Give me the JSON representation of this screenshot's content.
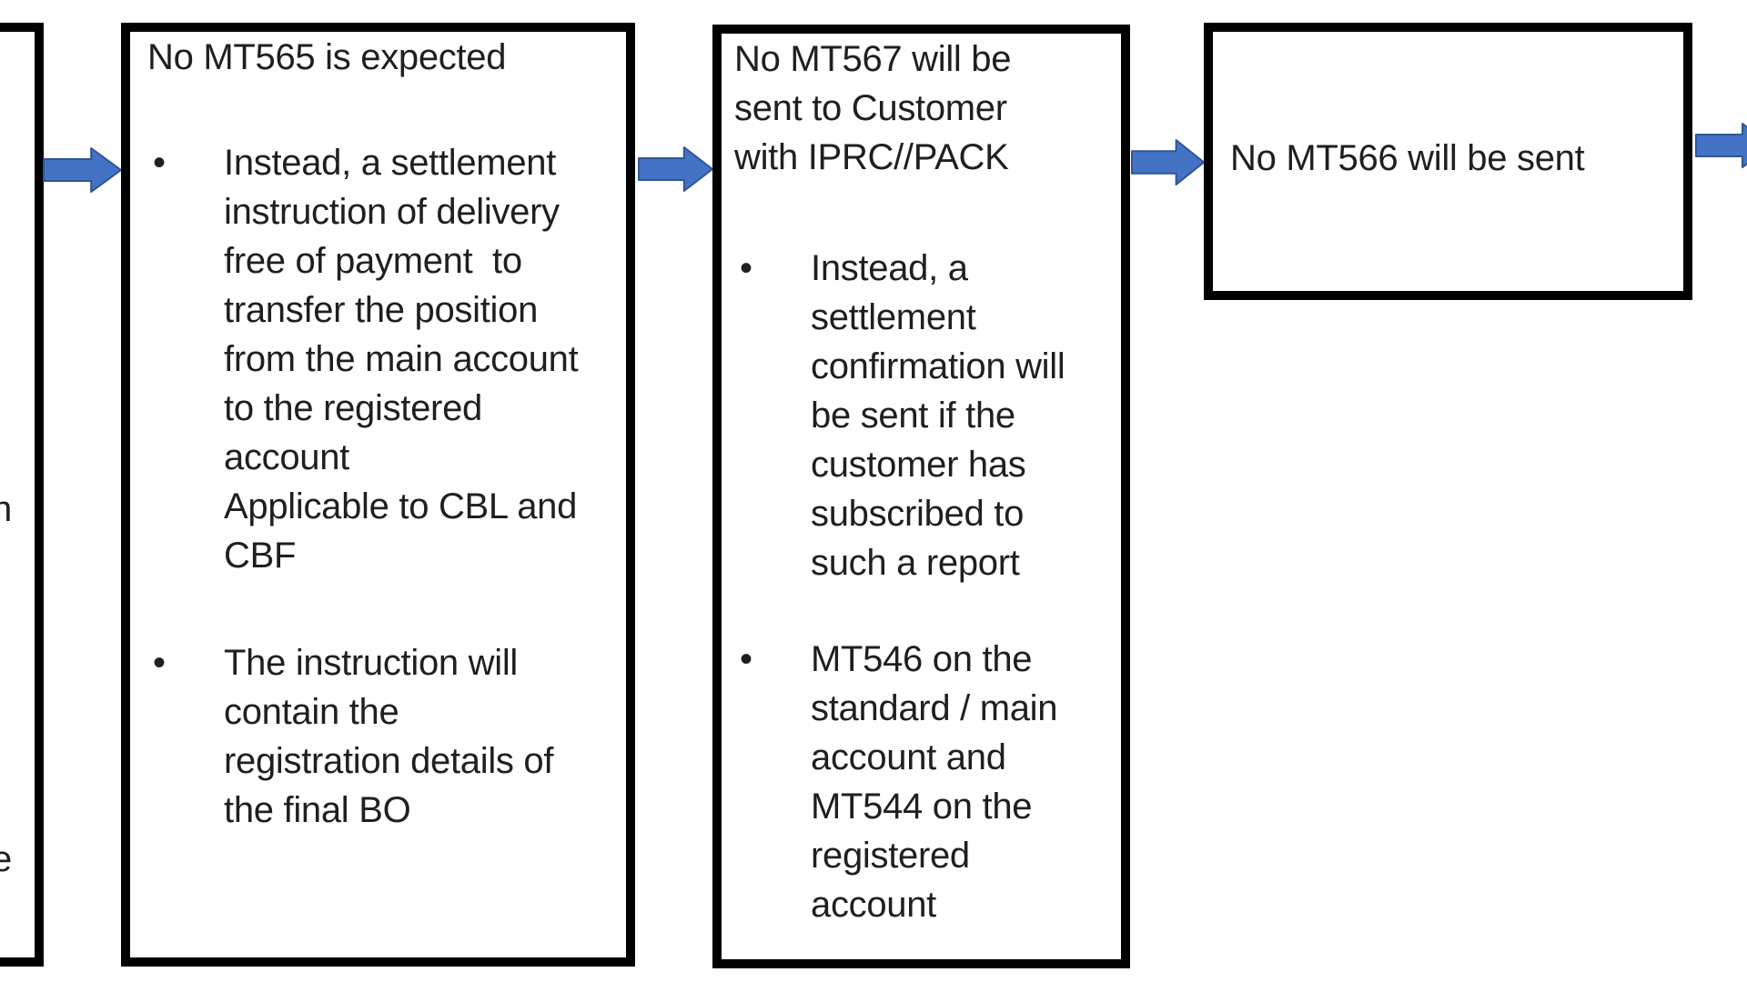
{
  "theme": {
    "arrow_fill": "#4472C4",
    "arrow_stroke": "#2F5597",
    "box_border": "#000000",
    "text_color": "#1F1F1F",
    "background": "#FFFFFF"
  },
  "diagram": {
    "bullet_glyph": "•",
    "box1": {
      "fragment_line1": "n",
      "fragment_line2": "e"
    },
    "box2": {
      "title": "No MT565 is expected",
      "bullet1": "Instead, a settlement\ninstruction of delivery\nfree of payment  to\ntransfer the position\nfrom the main account\nto the registered\naccount\nApplicable to CBL and\nCBF",
      "bullet2": "The instruction will\ncontain the\nregistration details of\nthe final BO"
    },
    "box3": {
      "title": "No MT567 will be\nsent to Customer\nwith IPRC//PACK",
      "bullet1": "Instead, a\nsettlement\nconfirmation will\nbe sent if the\ncustomer has\nsubscribed to\nsuch a report",
      "bullet2": "MT546 on the\nstandard / main\naccount and\nMT544 on the\nregistered\naccount"
    },
    "box4": {
      "title": "No MT566 will be sent"
    }
  }
}
